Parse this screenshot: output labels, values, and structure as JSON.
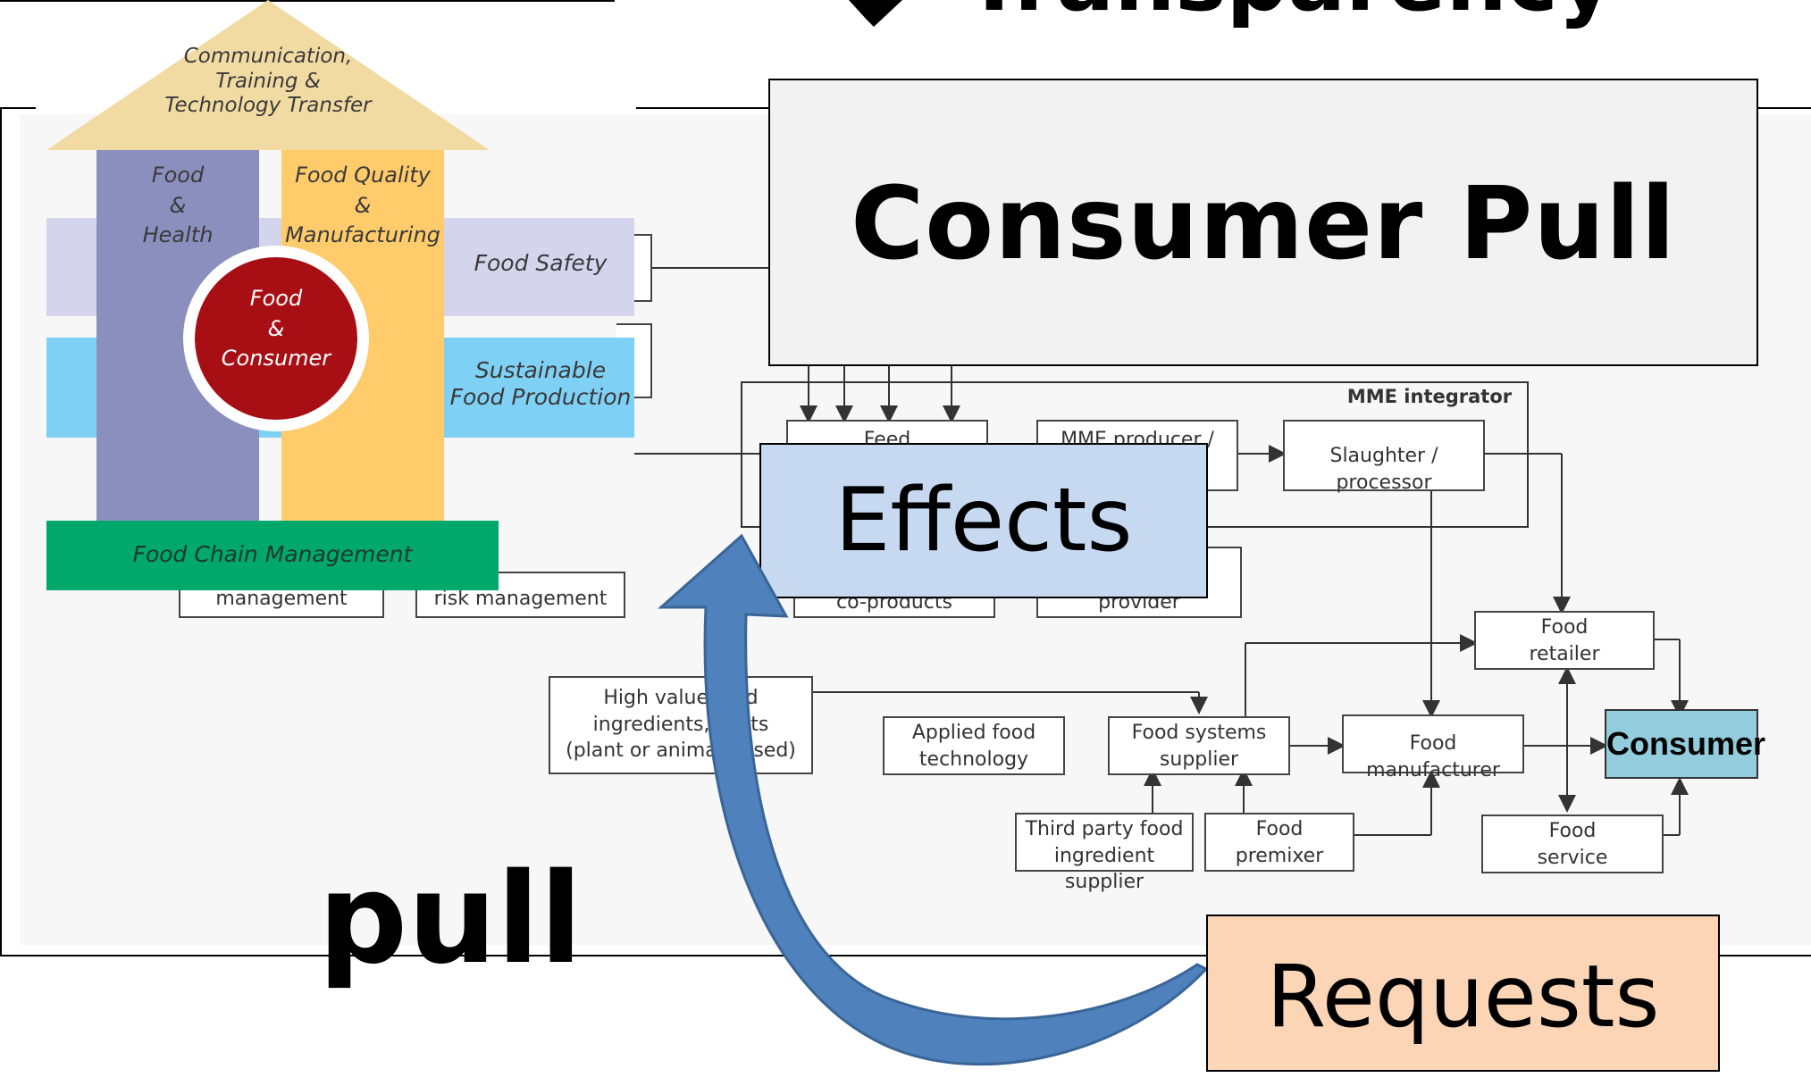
{
  "header": {
    "title_fragment": "Transparency"
  },
  "house": {
    "roof": "Communication,\nTraining &\nTechnology Transfer",
    "pillar_left": "Food\n&\nHealth",
    "pillar_right": "Food Quality\n&\nManufacturing",
    "band_safety": "Food Safety",
    "band_sustainable": "Sustainable\nFood Production",
    "circle": "Food\n&\nConsumer",
    "base": "Food Chain Management"
  },
  "flowchart": {
    "integrator": "MME integrator",
    "feed": "Feed",
    "mme_producer": "MME producer /",
    "slaughter": "Slaughter / processor",
    "co_products": "co-products",
    "provider": "provider",
    "management_left": "management",
    "risk_management": "risk management",
    "food_retailer": "Food\nretailer",
    "high_food": "High value food\ningredients, Traits\n(plant or animal based)",
    "applied_food": "Applied food\ntechnology",
    "food_systems": "Food systems\nsupplier",
    "food_manufacturer": "Food manufacturer",
    "consumer": "Consumer",
    "third_party": "Third party food\ningredient supplier",
    "food_premixer": "Food\npremixer",
    "food_service": "Food\nservice",
    "partial_r": "r"
  },
  "callouts": {
    "consumer_pull": "Consumer Pull",
    "effects": "Effects",
    "pull": "pull",
    "requests": "Requests"
  },
  "colors": {
    "roof": "#F2DBA3",
    "pillar_left": "#8A8FBE",
    "pillar_right": "#FFCB6B",
    "band_safety": "#D4D4EC",
    "band_sustainable": "#7FD0F5",
    "circle": "#A80F14",
    "base": "#00A86B",
    "effects_box": "#C6D9F1",
    "requests_box": "#FBD5B5",
    "consumer_box": "#93CDDD",
    "arrow": "#4F81BD"
  }
}
